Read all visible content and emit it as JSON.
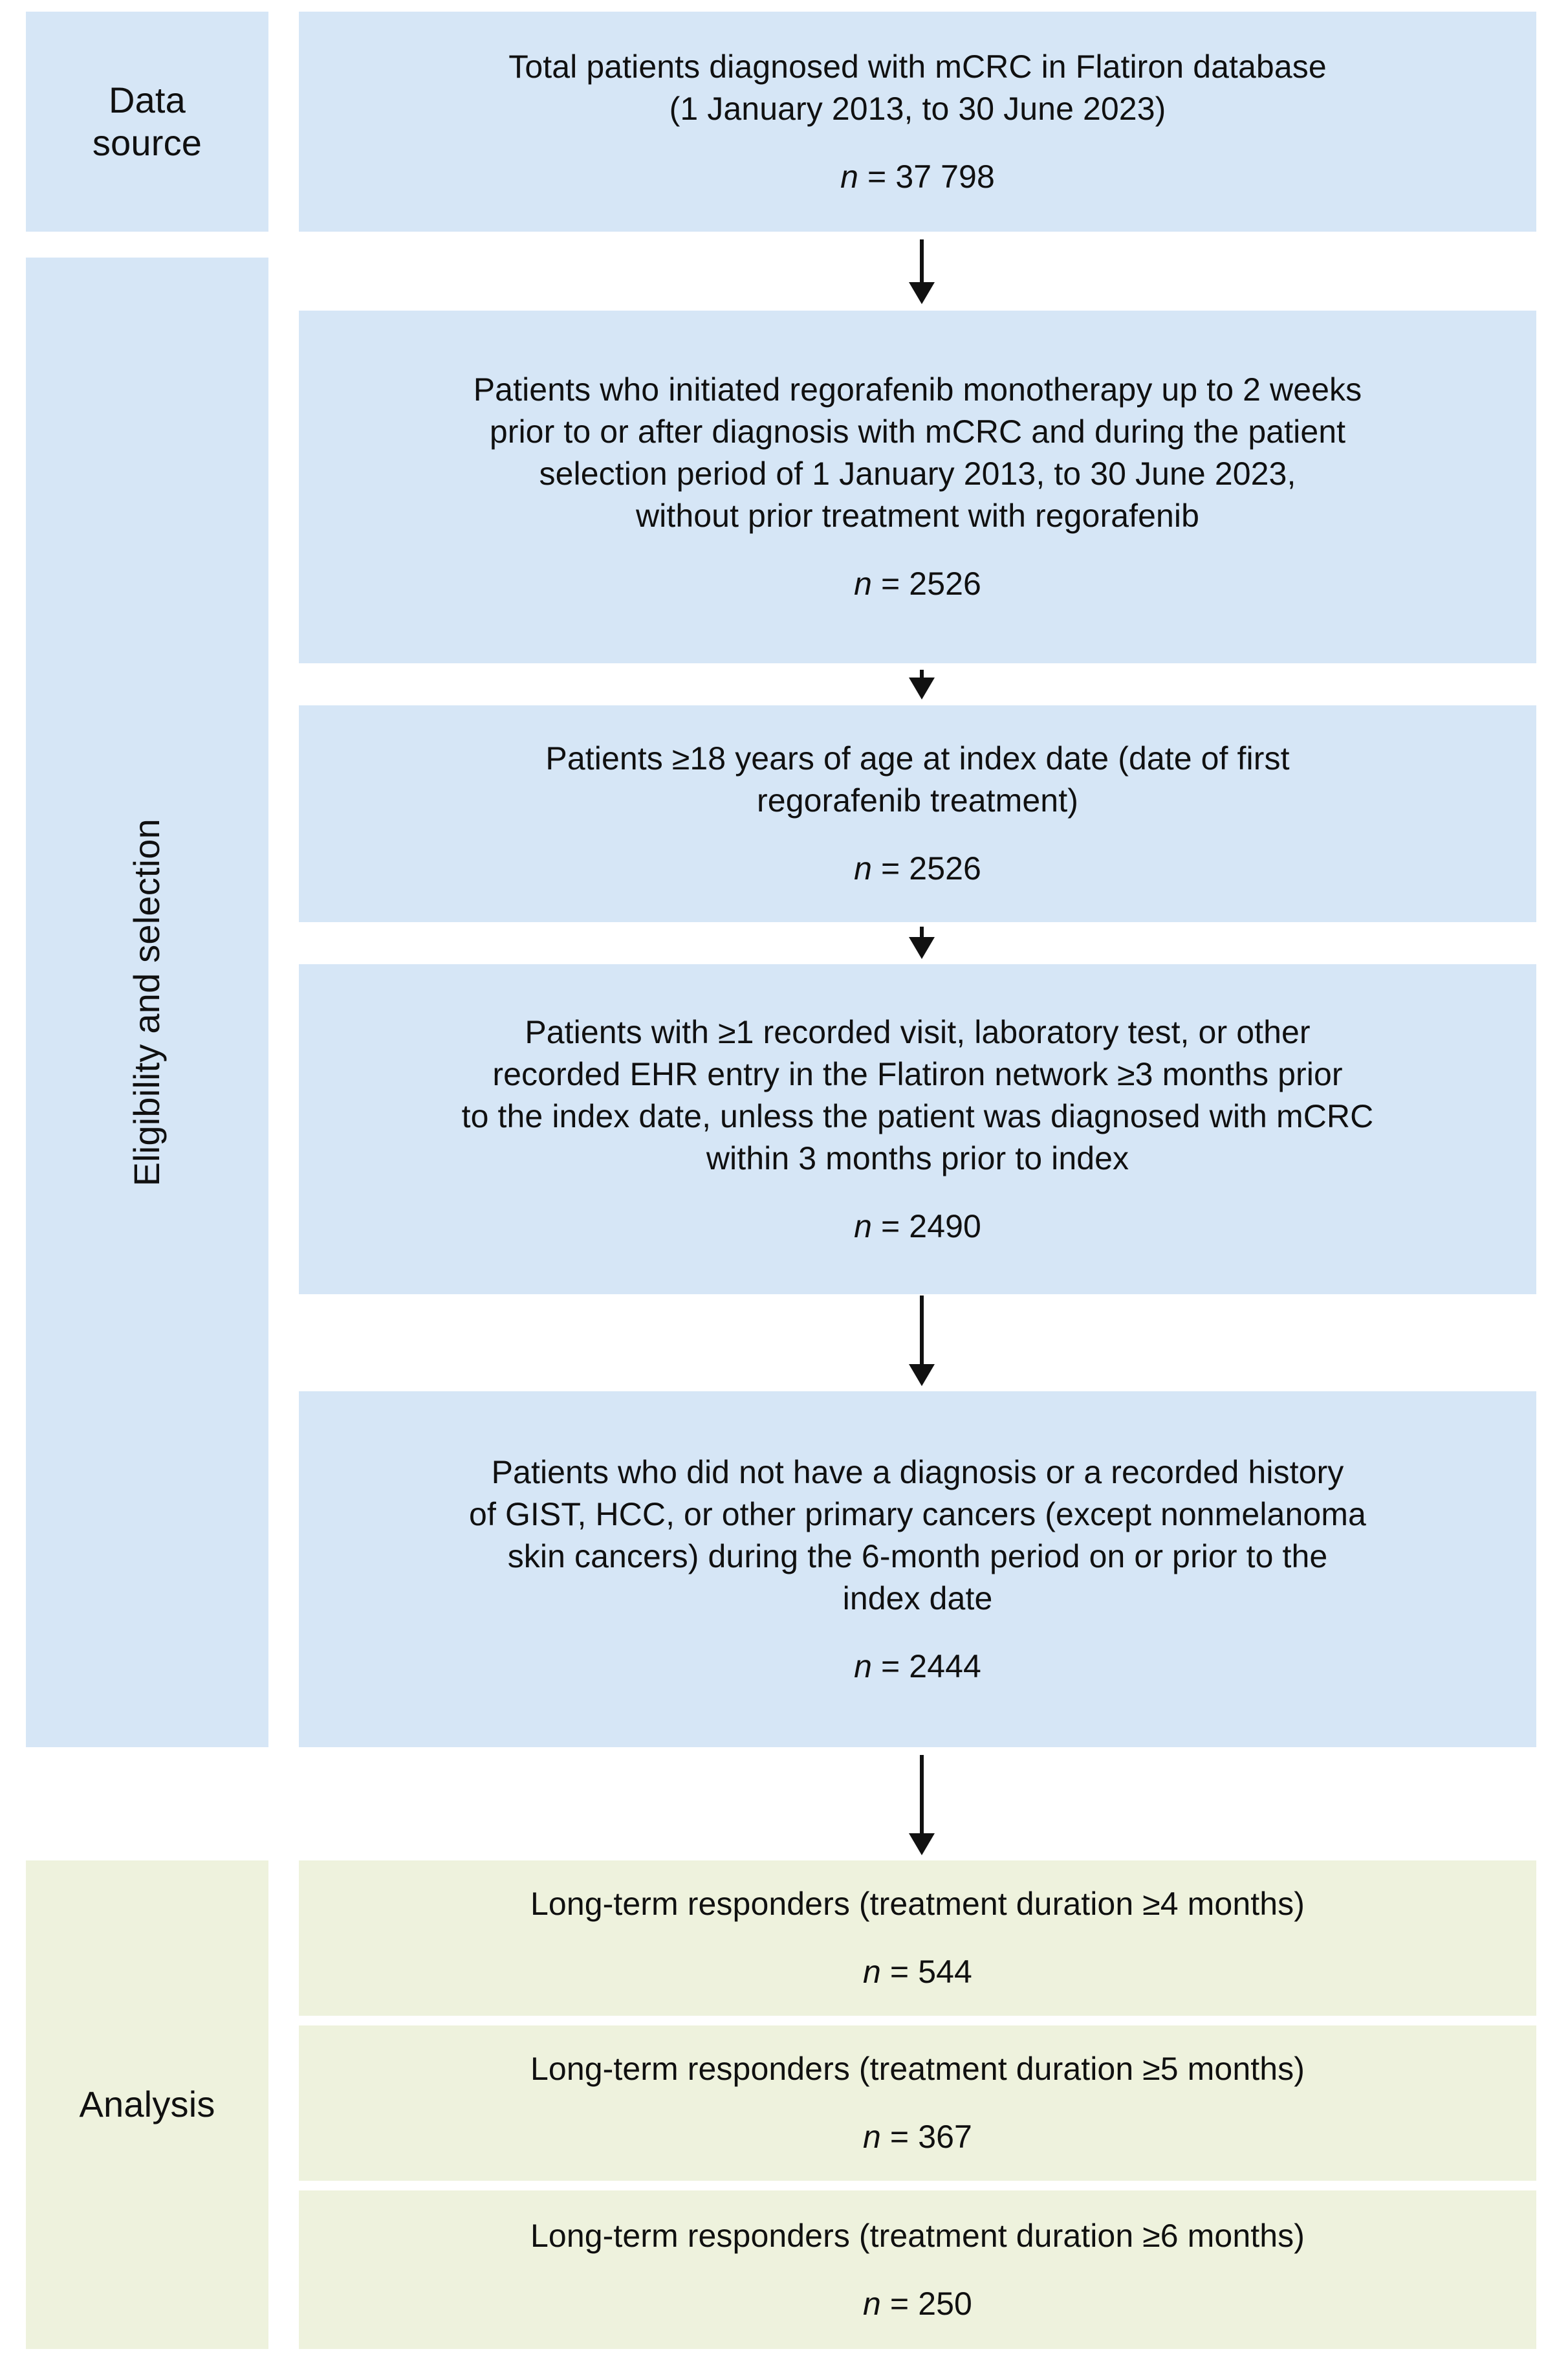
{
  "figure": {
    "type": "patient-selection-flowchart",
    "colors": {
      "eligibility_fill": "#d6e6f6",
      "analysis_fill": "#eef2dd",
      "text": "#101010",
      "arrow": "#111111"
    }
  },
  "stages": [
    {
      "id": "data-source",
      "label": "Data\nsource",
      "orientation": "horizontal",
      "fill": "#d6e6f6"
    },
    {
      "id": "eligibility",
      "label": "Eligibility and selection",
      "orientation": "vertical",
      "fill": "#d6e6f6"
    },
    {
      "id": "analysis",
      "label": "Analysis",
      "orientation": "horizontal",
      "fill": "#eef2dd"
    }
  ],
  "nodes": [
    {
      "id": "total-patients",
      "stage": "data-source",
      "fill": "#d6e6f6",
      "text": "Total patients diagnosed with mCRC in Flatiron database\n(1 January 2013, to 30 June 2023)",
      "count_symbol": "n",
      "count_equals": " = ",
      "count_value": "37 798",
      "count_full": "n = 37 798"
    },
    {
      "id": "initiated-regorafenib",
      "stage": "eligibility",
      "fill": "#d6e6f6",
      "text": "Patients who initiated regorafenib monotherapy up to 2 weeks\nprior to or after diagnosis with mCRC and during the patient\nselection period of 1 January 2013, to 30 June 2023,\nwithout prior treatment with regorafenib",
      "count_symbol": "n",
      "count_equals": " = ",
      "count_value": "2526",
      "count_full": "n = 2526"
    },
    {
      "id": "age-18-plus",
      "stage": "eligibility",
      "fill": "#d6e6f6",
      "text": "Patients ≥18 years of age at index date (date of first\nregorafenib treatment)",
      "count_symbol": "n",
      "count_equals": " = ",
      "count_value": "2526",
      "count_full": "n = 2526"
    },
    {
      "id": "recorded-visit",
      "stage": "eligibility",
      "fill": "#d6e6f6",
      "text": "Patients with ≥1 recorded visit, laboratory test, or other\nrecorded EHR entry in the Flatiron network ≥3 months prior\nto the index date, unless the patient was diagnosed with mCRC\nwithin 3 months prior to index",
      "count_symbol": "n",
      "count_equals": " = ",
      "count_value": "2490",
      "count_full": "n = 2490"
    },
    {
      "id": "no-other-cancer",
      "stage": "eligibility",
      "fill": "#d6e6f6",
      "text": "Patients who did not have a diagnosis or a recorded history\nof GIST, HCC, or other primary cancers (except nonmelanoma\nskin cancers) during the 6-month period on or prior to the\nindex date",
      "count_symbol": "n",
      "count_equals": " = ",
      "count_value": "2444",
      "count_full": "n = 2444"
    },
    {
      "id": "ltr-4-months",
      "stage": "analysis",
      "fill": "#eef2dd",
      "text": "Long-term responders (treatment duration ≥4 months)",
      "count_symbol": "n",
      "count_equals": " = ",
      "count_value": "544",
      "count_full": "n = 544"
    },
    {
      "id": "ltr-5-months",
      "stage": "analysis",
      "fill": "#eef2dd",
      "text": "Long-term responders (treatment duration ≥5 months)",
      "count_symbol": "n",
      "count_equals": " = ",
      "count_value": "367",
      "count_full": "n = 367"
    },
    {
      "id": "ltr-6-months",
      "stage": "analysis",
      "fill": "#eef2dd",
      "text": "Long-term responders (treatment duration ≥6 months)",
      "count_symbol": "n",
      "count_equals": " = ",
      "count_value": "250",
      "count_full": "n = 250"
    }
  ],
  "connectors": [
    {
      "id": "arrow-total-to-initiated",
      "from": "total-patients",
      "to": "initiated-regorafenib",
      "glyph": "down-arrow"
    },
    {
      "id": "arrow-initiated-to-age",
      "from": "initiated-regorafenib",
      "to": "age-18-plus",
      "glyph": "down-arrow"
    },
    {
      "id": "arrow-age-to-visit",
      "from": "age-18-plus",
      "to": "recorded-visit",
      "glyph": "down-arrow"
    },
    {
      "id": "arrow-visit-to-nocancer",
      "from": "recorded-visit",
      "to": "no-other-cancer",
      "glyph": "down-arrow"
    },
    {
      "id": "arrow-nocancer-to-analysis",
      "from": "no-other-cancer",
      "to": "ltr-4-months",
      "glyph": "down-arrow"
    }
  ]
}
